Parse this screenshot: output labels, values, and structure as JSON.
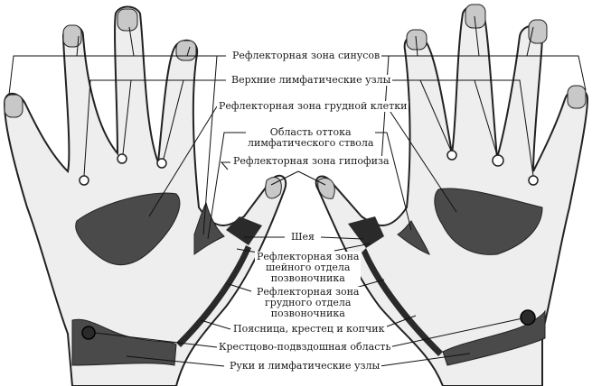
{
  "diagram": {
    "subject": "Reflex zones of the hands (dorsal view)",
    "colors": {
      "skin": "#eeeeee",
      "outline": "#222222",
      "nail": "#c8c8c8",
      "zone_dark": "#4a4a4a",
      "zone_black": "#2a2a2a",
      "point": "#ffffff",
      "leader": "#111111"
    },
    "labels": {
      "sinus": "Рефлекторная зона синусов",
      "upper_lymph": "Верхние лимфатические узлы",
      "chest": "Рефлекторная зона грудной клетки",
      "lymph_outflow_1": "Область оттока",
      "lymph_outflow_2": "лимфатического ствола",
      "pituitary": "Рефлекторная зона гипофиза",
      "neck": "Шея",
      "cervical_1": "Рефлекторная зона",
      "cervical_2": "шейного отдела",
      "cervical_3": "позвоночника",
      "thoracic_1": "Рефлекторная зона",
      "thoracic_2": "грудного отдела",
      "thoracic_3": "позвоночника",
      "lumbar": "Поясница, крестец и копчик",
      "sacroiliac": "Крестцово-подвздошная область",
      "arms_lymph": "Руки и лимфатические узлы"
    }
  }
}
